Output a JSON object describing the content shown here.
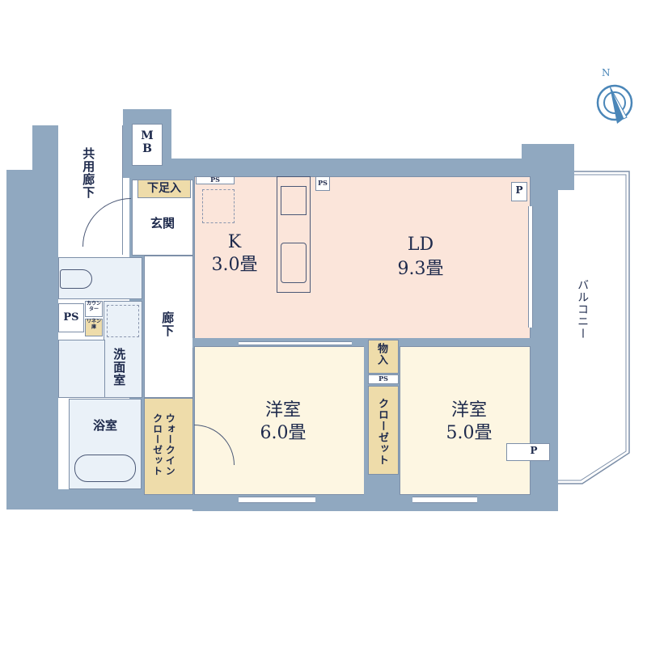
{
  "rooms": {
    "kitchen": {
      "name": "K",
      "size": "3.0畳"
    },
    "ld": {
      "name": "LD",
      "size": "9.3畳"
    },
    "western1": {
      "name": "洋室",
      "size": "6.0畳"
    },
    "western2": {
      "name": "洋室",
      "size": "5.0畳"
    },
    "entrance": "玄関",
    "shoe_storage": "下足入",
    "hallway": "廊下",
    "common_corridor": "共用廊下",
    "washroom": "洗面室",
    "bathroom": "浴室",
    "walk_in_closet": "ウォークインクローゼット",
    "storage": "物入",
    "closet": "クローゼット",
    "balcony": "バルコニー",
    "mb": "MB",
    "counter": "カウンター",
    "linen": "リネン庫",
    "ps_labels": [
      "PS",
      "PS",
      "PS",
      "PS"
    ],
    "p_labels": [
      "P",
      "P"
    ]
  },
  "compass": {
    "north_label": "N"
  },
  "colors": {
    "wall": "#90a8c0",
    "ldk": "#fbe5da",
    "room": "#fdf6e2",
    "wet": "#eaf1f8",
    "storage": "#eedcaa",
    "text": "#1e2a4c"
  }
}
